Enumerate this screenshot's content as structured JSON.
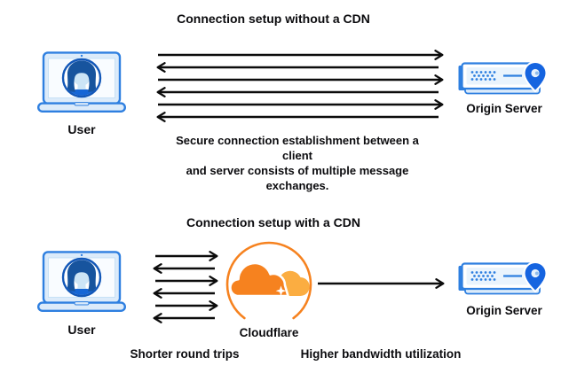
{
  "colors": {
    "blue_outline": "#2E7FE0",
    "blue_hair": "#17549E",
    "blue_shirt": "#1566D6",
    "blue_light_fill": "#DCEBFA",
    "face_light": "#CDE5F6",
    "pin_blue": "#1564E0",
    "cloudflare_orange": "#F6821F",
    "cloudflare_orange_light": "#FBAD41",
    "arrow_black": "#0C0C0C"
  },
  "top_diagram": {
    "title": "Connection setup without a CDN",
    "user_label": "User",
    "origin_label": "Origin Server",
    "caption_lines": {
      "0": "Secure connection establishment between a client",
      "1": "and server consists of multiple message",
      "2": "exchanges."
    },
    "arrow_directions": [
      "right",
      "left",
      "right",
      "left",
      "right",
      "left"
    ]
  },
  "bottom_diagram": {
    "title": "Connection setup with a CDN",
    "user_label": "User",
    "cdn_label": "Cloudflare",
    "origin_label": "Origin Server",
    "left_arrows_label": "Shorter round trips",
    "right_arrow_label": "Higher bandwidth utilization",
    "arrow_directions": [
      "right",
      "left",
      "right",
      "left",
      "right",
      "left"
    ]
  }
}
